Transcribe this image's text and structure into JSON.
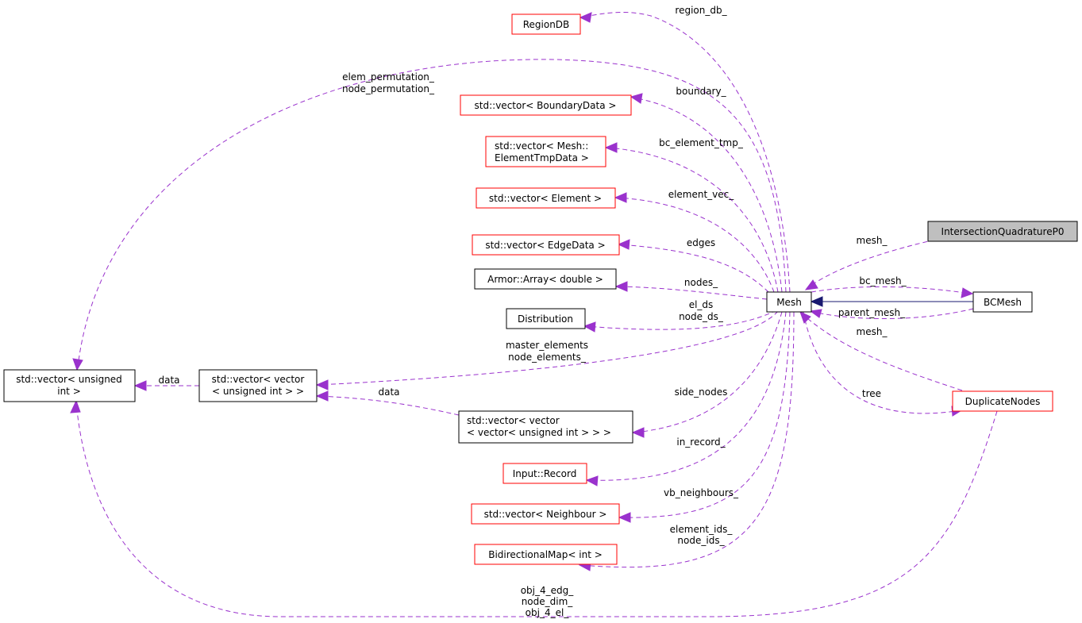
{
  "diagram": {
    "type": "collaboration-graph",
    "colors": {
      "usage_edge": "#9a32cd",
      "inheritance_edge": "#191970",
      "red_border": "#ff0000",
      "focus_fill": "#bfbfbf"
    },
    "nodes": {
      "region_db": {
        "label": "RegionDB"
      },
      "boundary_data": {
        "label": "std::vector< BoundaryData >"
      },
      "element_tmp_1": {
        "label": "std::vector< Mesh::"
      },
      "element_tmp_2": {
        "label": "ElementTmpData >"
      },
      "element_vec": {
        "label": "std::vector< Element >"
      },
      "edge_data": {
        "label": "std::vector< EdgeData >"
      },
      "armor_array": {
        "label": "Armor::Array< double >"
      },
      "distribution": {
        "label": "Distribution"
      },
      "vec_uint_1": {
        "label": "std::vector< unsigned"
      },
      "vec_uint_2": {
        "label": "int >"
      },
      "vec_vec_uint_1": {
        "label": "std::vector< vector"
      },
      "vec_vec_uint_2": {
        "label": "< unsigned int > >"
      },
      "vec_vec_vec_1": {
        "label": "std::vector< vector"
      },
      "vec_vec_vec_2": {
        "label": "< vector< unsigned int > > >"
      },
      "input_record": {
        "label": "Input::Record"
      },
      "neighbour_vec": {
        "label": "std::vector< Neighbour >"
      },
      "bidir_map": {
        "label": "BidirectionalMap< int >"
      },
      "mesh": {
        "label": "Mesh"
      },
      "bc_mesh": {
        "label": "BCMesh"
      },
      "intersection": {
        "label": "IntersectionQuadratureP0"
      },
      "duplicate_nodes": {
        "label": "DuplicateNodes"
      }
    },
    "edge_labels": {
      "region_db": "region_db_",
      "permutation_1": "elem_permutation_",
      "permutation_2": "node_permutation_",
      "boundary": "boundary_",
      "bc_element_tmp": "bc_element_tmp_",
      "element_vec": "element_vec_",
      "edges": "edges",
      "nodes": "nodes_",
      "el_ds": "el_ds",
      "node_ds": "node_ds_",
      "master_elements": "master_elements",
      "node_elements": "node_elements_",
      "data_left": "data",
      "data_mid": "data",
      "side_nodes": "side_nodes",
      "in_record": "in_record_",
      "vb_neighbours": "vb_neighbours_",
      "element_ids": "element_ids_",
      "node_ids": "node_ids_",
      "mesh_iq": "mesh_",
      "bc_mesh": "bc_mesh_",
      "parent_mesh": "parent_mesh_",
      "mesh_dn": "mesh_",
      "tree": "tree",
      "obj_4_edg": "obj_4_edg_",
      "node_dim": "node_dim_",
      "obj_4_el": "obj_4_el_"
    }
  }
}
